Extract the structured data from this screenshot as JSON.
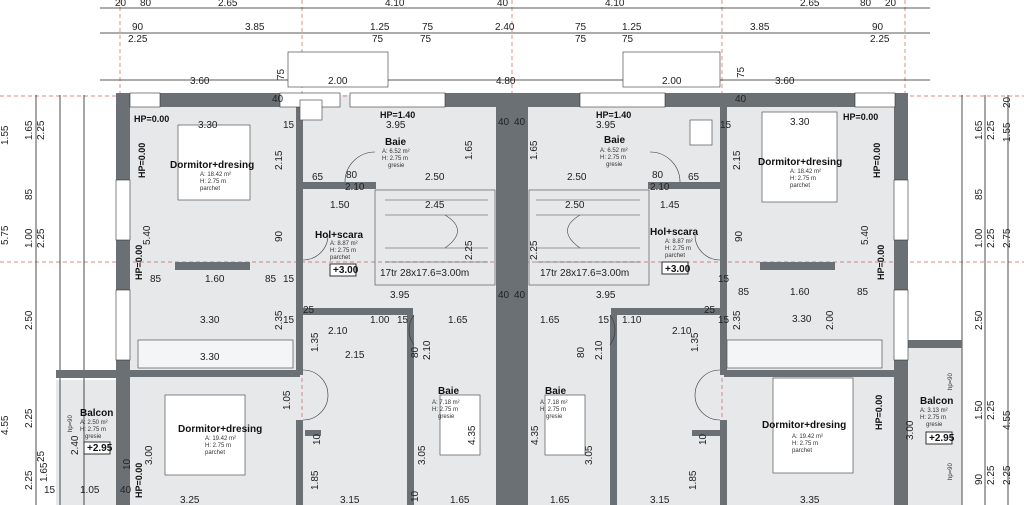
{
  "top_row1": [
    "20",
    "80",
    "2.65",
    "4.10",
    "40",
    "4.10",
    "2.65",
    "80",
    "20"
  ],
  "top_row2": [
    "90",
    "3.85",
    "1.25",
    "75",
    "2.40",
    "75",
    "1.25",
    "3.85",
    "90"
  ],
  "top_row3": [
    "2.25",
    "75",
    "75",
    "75",
    "75",
    "2.25"
  ],
  "top_row4": [
    "3.60",
    "2.00",
    "4.80",
    "2.00",
    "3.60"
  ],
  "left_dims": [
    "1.55",
    "1.65",
    "2.25",
    "85",
    "5.75",
    "1.00",
    "2.25",
    "2.50",
    "4.55",
    "2.25",
    "2.25",
    "1.05",
    "1.65",
    "15",
    "25"
  ],
  "right_dims": [
    "1.65",
    "2.25",
    "1.55",
    "20",
    "85",
    "2.75",
    "1.00",
    "2.25",
    "2.50",
    "4.55",
    "1.50",
    "2.25",
    "90",
    "2.25",
    "2.25"
  ],
  "rooms": {
    "bed1": {
      "name": "Dormitor+dresing",
      "area": "A: 18.42 m²",
      "height": "H: 2.75 m",
      "floor": "parchet"
    },
    "bed2": {
      "name": "Dormitor+dresing",
      "area": "A: 18.42 m²",
      "height": "H: 2.75 m",
      "floor": "parchet"
    },
    "bath1": {
      "name": "Baie",
      "area": "A: 6.52 m²",
      "height": "H: 2.75 m",
      "floor": "gresie"
    },
    "bath2": {
      "name": "Baie",
      "area": "A: 6.52 m²",
      "height": "H: 2.75 m",
      "floor": "gresie"
    },
    "hall1": {
      "name": "Hol+scara",
      "area": "A: 8.87 m²",
      "height": "H: 2.75 m",
      "floor": "parchet"
    },
    "hall2": {
      "name": "Hol+scara",
      "area": "A: 8.87 m²",
      "height": "H: 2.75 m",
      "floor": "parchet"
    },
    "bath3": {
      "name": "Baie",
      "area": "A: 7.18 m²",
      "height": "H: 2.75 m",
      "floor": "gresie"
    },
    "bath4": {
      "name": "Baie",
      "area": "A: 7.18 m²",
      "height": "H: 2.75 m",
      "floor": "gresie"
    },
    "bed3": {
      "name": "Dormitor+dresing",
      "area": "A: 19.42 m²",
      "height": "H: 2.75 m",
      "floor": "parchet"
    },
    "bed4": {
      "name": "Dormitor+dresing",
      "area": "A: 19.42 m²",
      "height": "H: 2.75 m",
      "floor": "parchet"
    },
    "balc1": {
      "name": "Balcon",
      "area": "A: 2.50 m²",
      "height": "H: 2.75 m",
      "floor": "gresie"
    },
    "balc2": {
      "name": "Balcon",
      "area": "A: 3.13 m²",
      "height": "H: 2.75 m",
      "floor": "gresie"
    }
  },
  "stairs": {
    "left": "17tr 28x17.6=3.00m",
    "right": "17tr 28x17.6=3.00m"
  },
  "levels": {
    "l1": "+3.00",
    "l2": "+3.00",
    "l3": "+2.95",
    "l4": "+2.95"
  },
  "hp": {
    "a": "HP=0.00",
    "b": "HP=1.40",
    "c": "HP=1.40",
    "d": "HP=0.00",
    "e": "HP=0.00",
    "f": "HP=0.00",
    "g": "HP=0.00",
    "h": "HP=0.00",
    "i": "hp=90",
    "j": "hp=90",
    "k": "hp=90"
  },
  "inner": {
    "d330a": "3.30",
    "d330b": "3.30",
    "d395a": "3.95",
    "d395b": "3.95",
    "d395c": "3.95",
    "d395d": "3.95",
    "d250a": "2.50",
    "d250b": "2.50",
    "d245": "2.45",
    "d150a": "1.50",
    "d145": "1.45",
    "d210a": "2.10",
    "d210b": "2.10",
    "d80a": "80",
    "d80b": "80",
    "d65a": "65",
    "d65b": "65",
    "d160a": "1.60",
    "d160b": "1.60",
    "d85a": "85",
    "d85b": "85",
    "d85c": "85",
    "d85d": "85",
    "d540a": "5.40",
    "d540b": "5.40",
    "d215a": "2.15",
    "d215b": "2.15",
    "d165a": "1.65",
    "d165b": "1.65",
    "d90a": "90",
    "d90b": "90",
    "d225a": "2.25",
    "d225b": "2.25",
    "d235a": "2.35",
    "d235b": "2.35",
    "d100a": "1.00",
    "d165c": "1.65",
    "d165d": "1.65",
    "d110": "1.10",
    "d210c": "2.10",
    "d210d": "2.10",
    "d215c": "2.15",
    "d135a": "1.35",
    "d135b": "1.35",
    "d330c": "3.30",
    "d330d": "3.30",
    "d200": "2.00",
    "d435a": "4.35",
    "d435b": "4.35",
    "d305a": "3.05",
    "d305b": "3.05",
    "d300a": "3.00",
    "d300b": "3.00",
    "d105a": "1.05",
    "d185a": "1.85",
    "d185b": "1.85",
    "d240": "2.40",
    "d105b": "1.05",
    "d40a": "40",
    "d40b": "40",
    "d335": "3.35",
    "d325": "3.25",
    "d315a": "3.15",
    "d165e": "1.65",
    "d165f": "1.65",
    "d315b": "3.15",
    "d15a": "15",
    "d15b": "15",
    "d15c": "15",
    "d15d": "15",
    "d15e": "15",
    "d15f": "15",
    "d15g": "15",
    "d15h": "15",
    "d25a": "25",
    "d25b": "25",
    "d40c": "40",
    "d40d": "40",
    "d40e": "40",
    "d40f": "40",
    "d40g": "40",
    "d40h": "40",
    "d10a": "10",
    "d10b": "10",
    "d10c": "10",
    "d10d": "10",
    "d75a": "75",
    "d75b": "75",
    "d480": "4.80"
  }
}
